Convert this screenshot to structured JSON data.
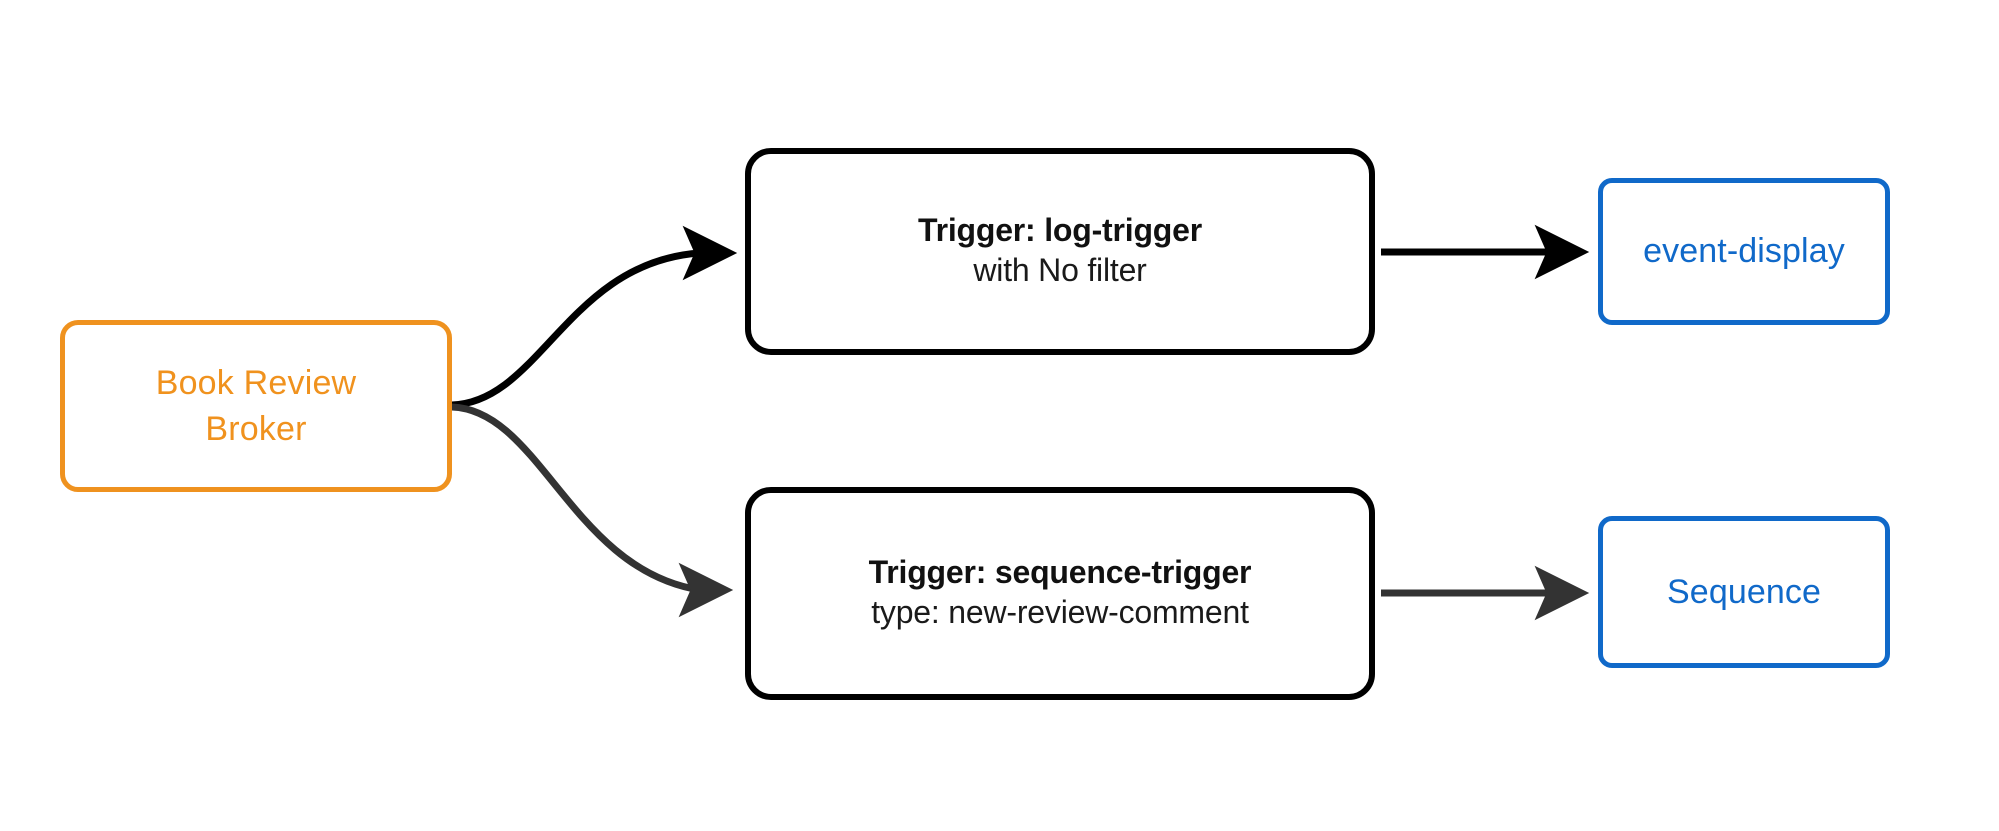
{
  "diagram": {
    "type": "flowchart",
    "direction": "left-to-right",
    "background": "#ffffff",
    "colors": {
      "broker_accent": "#ef921f",
      "trigger_accent": "#000000",
      "target_accent": "#1069c9",
      "edge_primary": "#000000",
      "edge_secondary": "#333333"
    },
    "nodes": {
      "broker": {
        "id": "book-review-broker",
        "line1": "Book Review",
        "line2": "Broker",
        "shape": "rounded-rect",
        "border_color": "#ef921f",
        "text_color": "#f0921e"
      },
      "trigger_log": {
        "id": "log-trigger",
        "title": "Trigger: log-trigger",
        "subtitle": "with No filter",
        "shape": "rounded-rect",
        "border_color": "#000000",
        "text_color": "#111111"
      },
      "trigger_sequence": {
        "id": "sequence-trigger",
        "title": "Trigger: sequence-trigger",
        "subtitle": "type: new-review-comment",
        "shape": "rounded-rect",
        "border_color": "#000000",
        "text_color": "#111111"
      },
      "target_event_display": {
        "id": "event-display",
        "label": "event-display",
        "shape": "rounded-rect",
        "border_color": "#1069c9",
        "text_color": "#1069c9"
      },
      "target_sequence": {
        "id": "sequence",
        "label": "Sequence",
        "shape": "rounded-rect",
        "border_color": "#1069c9",
        "text_color": "#1069c9"
      }
    },
    "edges": [
      {
        "id": "broker-to-log-trigger",
        "from": "book-review-broker",
        "to": "log-trigger",
        "style": "curved",
        "color": "#000000",
        "arrowhead": "filled-triangle",
        "label": ""
      },
      {
        "id": "broker-to-sequence-trigger",
        "from": "book-review-broker",
        "to": "sequence-trigger",
        "style": "curved",
        "color": "#333333",
        "arrowhead": "filled-triangle",
        "label": ""
      },
      {
        "id": "log-trigger-to-event-display",
        "from": "log-trigger",
        "to": "event-display",
        "style": "straight",
        "color": "#000000",
        "arrowhead": "filled-triangle",
        "label": ""
      },
      {
        "id": "sequence-trigger-to-sequence",
        "from": "sequence-trigger",
        "to": "sequence",
        "style": "straight",
        "color": "#333333",
        "arrowhead": "filled-triangle",
        "label": ""
      }
    ]
  }
}
